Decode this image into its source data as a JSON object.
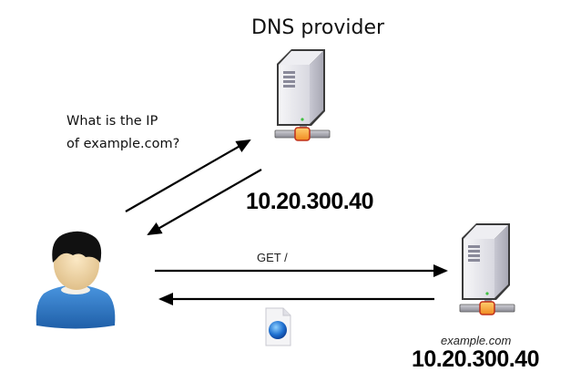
{
  "diagram": {
    "dns_provider": {
      "title": "DNS provider",
      "icon": "server-icon",
      "response_ip": "10.20.300.40"
    },
    "query": {
      "line1": "What is the IP",
      "line2": "of example.com?"
    },
    "client": {
      "icon": "user-icon"
    },
    "http": {
      "request_label": "GET /",
      "response_icon": "web-document-icon"
    },
    "web_server": {
      "icon": "server-icon",
      "hostname": "example.com",
      "ip": "10.20.300.40"
    },
    "colors": {
      "arrow": "#000000",
      "server_body": "#e4e4ea",
      "server_outline": "#3a3a3a",
      "connector": "#f0a030",
      "user_shirt": "#2f7ac8",
      "user_hair": "#111111",
      "user_skin": "#f1d6a4"
    }
  }
}
